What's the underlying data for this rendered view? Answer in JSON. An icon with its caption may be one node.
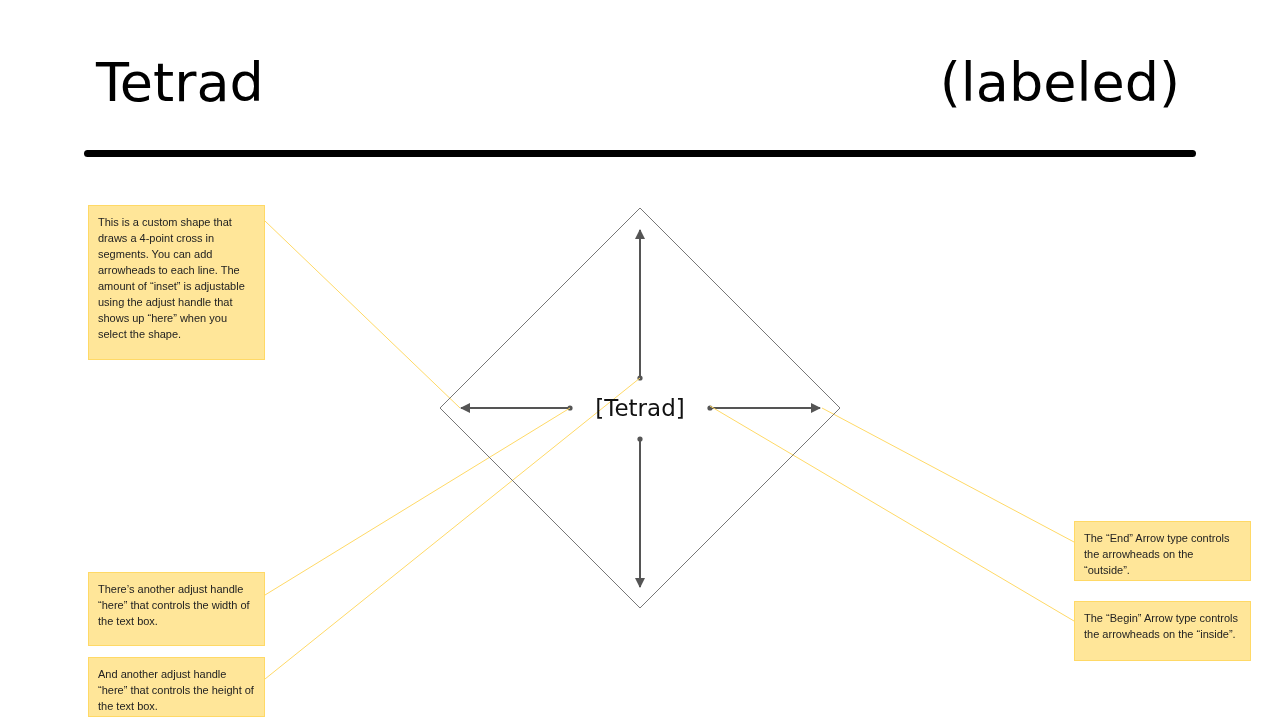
{
  "diagram": {
    "title": "Tetrad",
    "nodes": [
      {
        "text": [
          "[Tetrad]"
        ]
      },
      {
        "text": [
          "This is a custom shape that draws a 4-point cross in segments. You can add arrowheads to each line. The amount of “inset” is adjustable using the adjust handle that shows up “here” when you select the shape."
        ]
      },
      {
        "text": [
          "There’s another adjust handle “here” that controls the width of the text box."
        ]
      },
      {
        "text": [
          "And another adjust handle “here” that controls the height of the text box."
        ]
      },
      {
        "text": [
          "The “End” Arrow type controls the arrowheads on the “outside”."
        ]
      },
      {
        "text": [
          "The “Begin” Arrow type controls the arrowheads on the “inside”."
        ]
      }
    ],
    "edges": [
      {
        "from": 1,
        "to": 0,
        "arrow": "none"
      },
      {
        "from": 2,
        "to": 0,
        "arrow": "none"
      },
      {
        "from": 3,
        "to": 0,
        "arrow": "none"
      },
      {
        "from": 4,
        "to": 0,
        "arrow": "none"
      },
      {
        "from": 5,
        "to": 0,
        "arrow": "none"
      }
    ],
    "labels": [
      "(labeled)"
    ]
  }
}
